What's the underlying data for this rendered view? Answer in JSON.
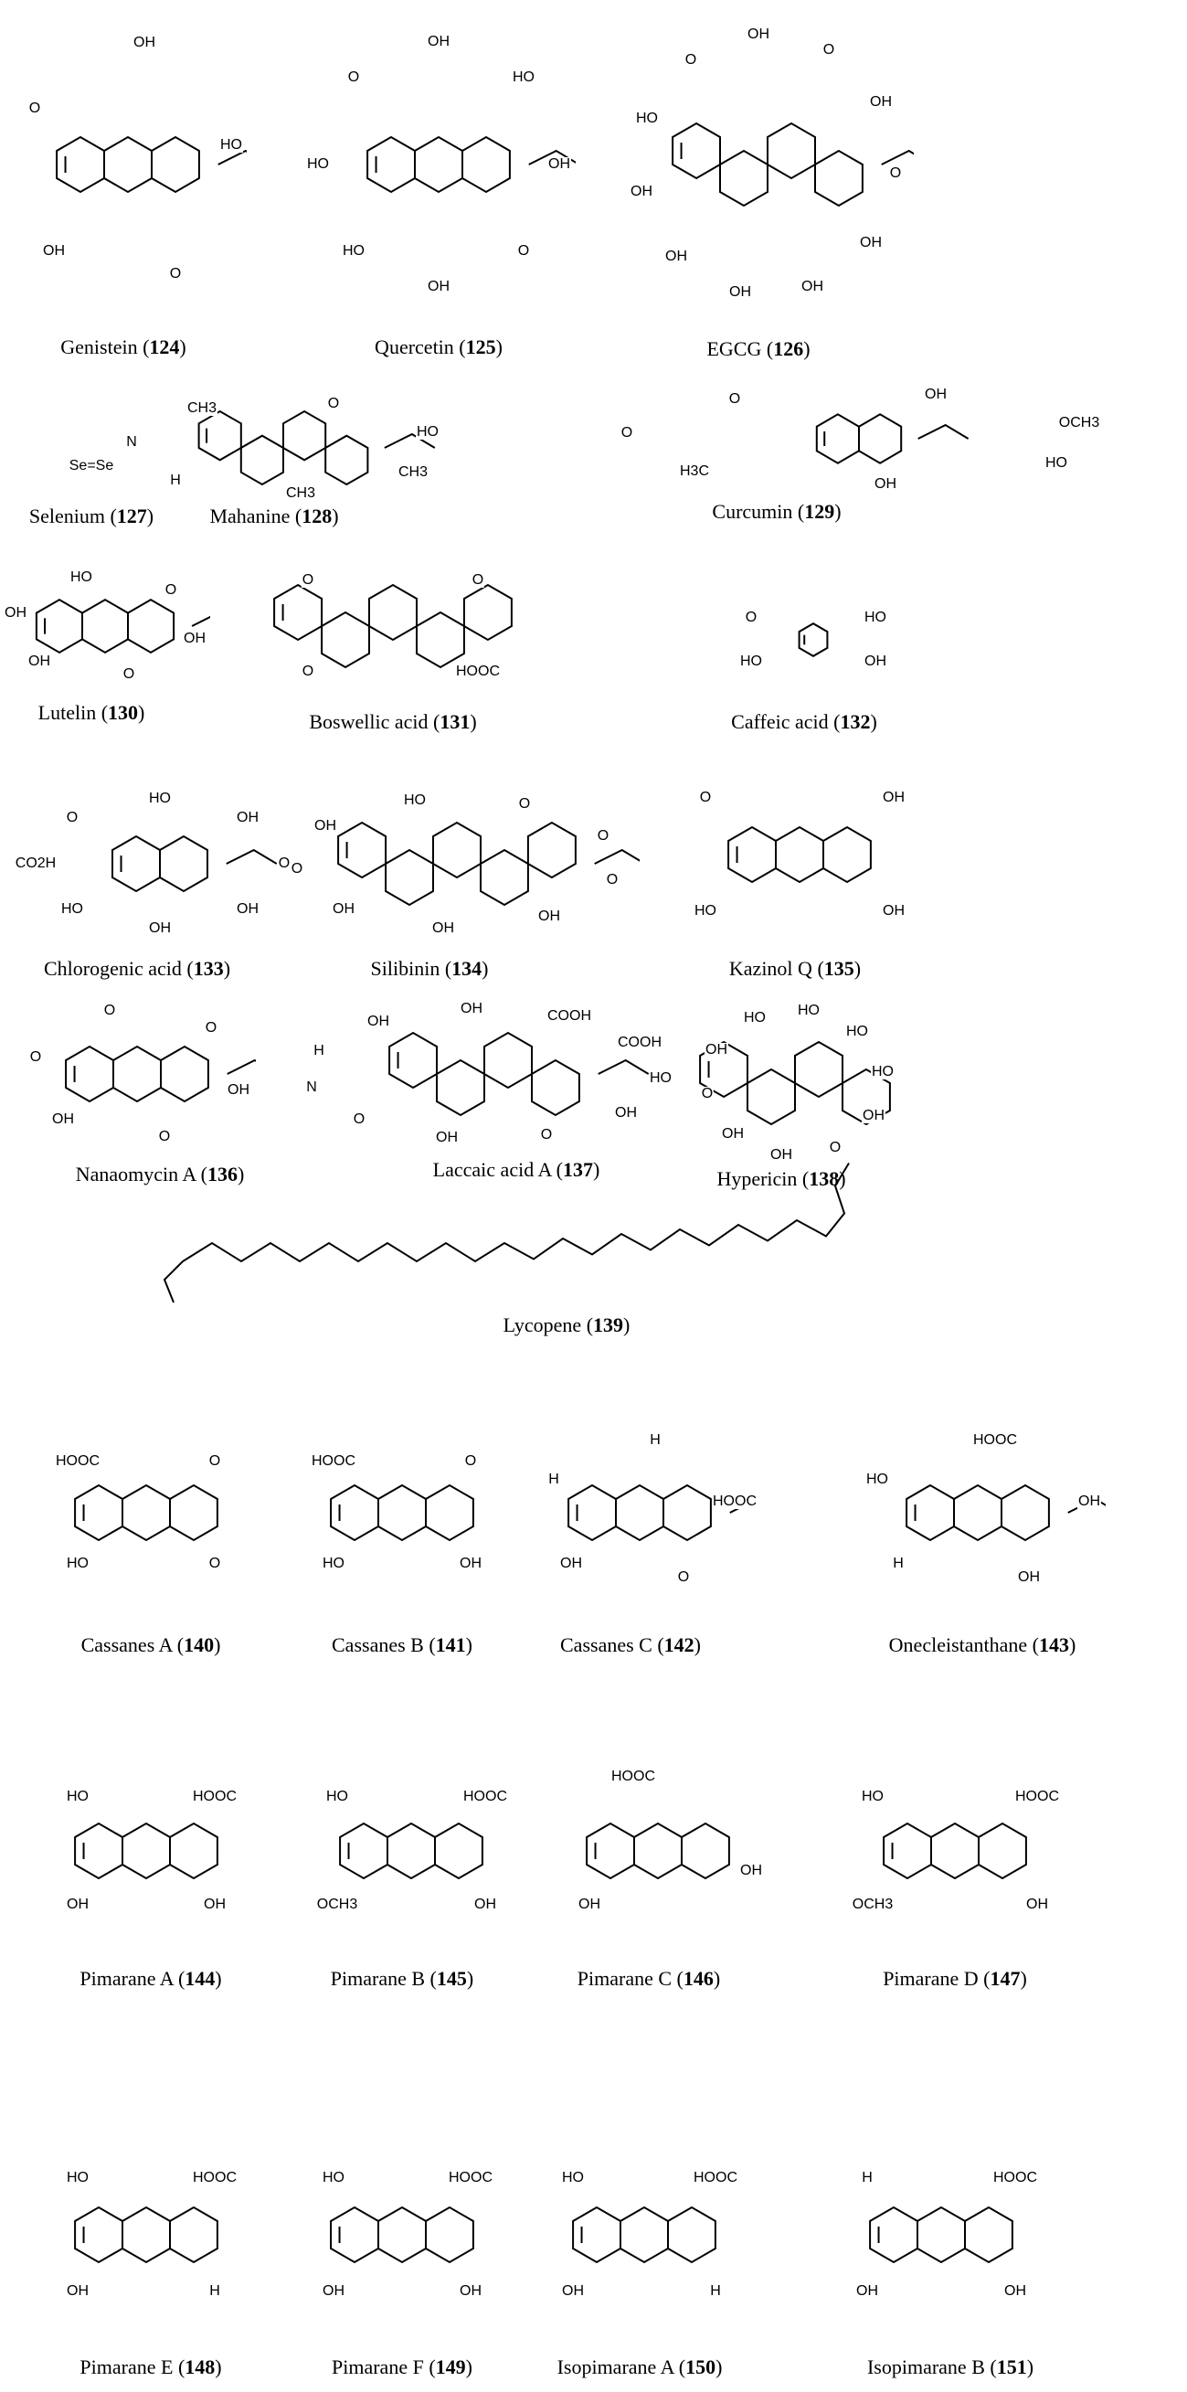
{
  "compounds": [
    {
      "id": "124",
      "name": "Genistein",
      "atoms": [
        "OH",
        "O",
        "OH",
        "HO",
        "O"
      ]
    },
    {
      "id": "125",
      "name": "Quercetin",
      "atoms": [
        "HO",
        "HO",
        "O",
        "OH",
        "HO",
        "OH",
        "O",
        "OH"
      ]
    },
    {
      "id": "126",
      "name": "EGCG",
      "atoms": [
        "OH",
        "OH",
        "HO",
        "O",
        "OH",
        "O",
        "OH",
        "O",
        "OH",
        "OH",
        "OH"
      ]
    },
    {
      "id": "127",
      "name": "Selenium",
      "atoms": [
        "Se=Se"
      ]
    },
    {
      "id": "128",
      "name": "Mahanine",
      "atoms": [
        "H",
        "N",
        "CH3",
        "O",
        "HO",
        "CH3",
        "CH3"
      ]
    },
    {
      "id": "129",
      "name": "Curcumin",
      "atoms": [
        "H3C",
        "O",
        "O",
        "OH",
        "OCH3",
        "HO",
        "OH"
      ]
    },
    {
      "id": "130",
      "name": "Lutelin",
      "atoms": [
        "OH",
        "OH",
        "HO",
        "O",
        "OH",
        "O"
      ]
    },
    {
      "id": "131",
      "name": "Boswellic acid",
      "atoms": [
        "O",
        "O",
        "O",
        "HOOC"
      ]
    },
    {
      "id": "132",
      "name": "Caffeic acid",
      "atoms": [
        "HO",
        "O",
        "HO",
        "OH"
      ]
    },
    {
      "id": "133",
      "name": "Chlorogenic acid",
      "atoms": [
        "HO",
        "CO2H",
        "O",
        "HO",
        "OH",
        "O",
        "OH",
        "OH"
      ]
    },
    {
      "id": "134",
      "name": "Silibinin",
      "atoms": [
        "OH",
        "O",
        "OH",
        "HO",
        "O",
        "O",
        "O",
        "OH",
        "OH"
      ]
    },
    {
      "id": "135",
      "name": "Kazinol Q",
      "atoms": [
        "HO",
        "O",
        "OH",
        "OH"
      ]
    },
    {
      "id": "136",
      "name": "Nanaomycin A",
      "atoms": [
        "OH",
        "O",
        "O",
        "O",
        "OH",
        "O"
      ]
    },
    {
      "id": "137",
      "name": "Laccaic acid A",
      "atoms": [
        "O",
        "N",
        "H",
        "OH",
        "OH",
        "COOH",
        "COOH",
        "HO",
        "OH",
        "O",
        "OH"
      ]
    },
    {
      "id": "138",
      "name": "Hypericin",
      "atoms": [
        "OH",
        "O",
        "OH",
        "HO",
        "HO",
        "HO",
        "HO",
        "OH",
        "O",
        "OH"
      ]
    },
    {
      "id": "139",
      "name": "Lycopene",
      "atoms": []
    },
    {
      "id": "140",
      "name": "Cassanes A",
      "atoms": [
        "HO",
        "HOOC",
        "O",
        "O"
      ]
    },
    {
      "id": "141",
      "name": "Cassanes B",
      "atoms": [
        "HO",
        "HOOC",
        "O",
        "OH"
      ]
    },
    {
      "id": "142",
      "name": "Cassanes C",
      "atoms": [
        "OH",
        "H",
        "H",
        "HOOC",
        "O"
      ]
    },
    {
      "id": "143",
      "name": "Onecleistanthane",
      "atoms": [
        "H",
        "HO",
        "HOOC",
        "OH",
        "OH"
      ]
    },
    {
      "id": "144",
      "name": "Pimarane A",
      "atoms": [
        "OH",
        "HO",
        "HOOC",
        "OH"
      ]
    },
    {
      "id": "145",
      "name": "Pimarane B",
      "atoms": [
        "OCH3",
        "HO",
        "HOOC",
        "OH"
      ]
    },
    {
      "id": "146",
      "name": "Pimarane C",
      "atoms": [
        "OH",
        "HOOC",
        "OH"
      ]
    },
    {
      "id": "147",
      "name": "Pimarane D",
      "atoms": [
        "OCH3",
        "HO",
        "HOOC",
        "OH"
      ]
    },
    {
      "id": "148",
      "name": "Pimarane E",
      "atoms": [
        "OH",
        "HO",
        "HOOC",
        "H"
      ]
    },
    {
      "id": "149",
      "name": "Pimarane F",
      "atoms": [
        "OH",
        "HO",
        "HOOC",
        "OH"
      ]
    },
    {
      "id": "150",
      "name": "Isopimarane A",
      "atoms": [
        "OH",
        "HO",
        "HOOC",
        "H"
      ]
    },
    {
      "id": "151",
      "name": "Isopimarane B",
      "atoms": [
        "OH",
        "H",
        "HOOC",
        "OH"
      ]
    }
  ]
}
